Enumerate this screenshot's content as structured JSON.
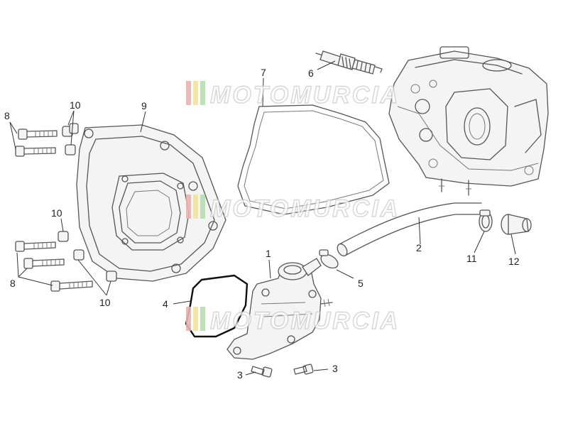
{
  "watermark": {
    "brand": "MOTOMURCIA",
    "stripe_colors": [
      "#e8b4b4",
      "#f2e2a0",
      "#b8dcb0"
    ]
  },
  "callouts": {
    "c1": "1",
    "c2": "2",
    "c3a": "3",
    "c3b": "3",
    "c4": "4",
    "c5": "5",
    "c6": "6",
    "c7": "7",
    "c8a": "8",
    "c8b": "8",
    "c9": "9",
    "c10a": "10",
    "c10b": "10",
    "c10c": "10",
    "c11": "11",
    "c12": "12"
  }
}
